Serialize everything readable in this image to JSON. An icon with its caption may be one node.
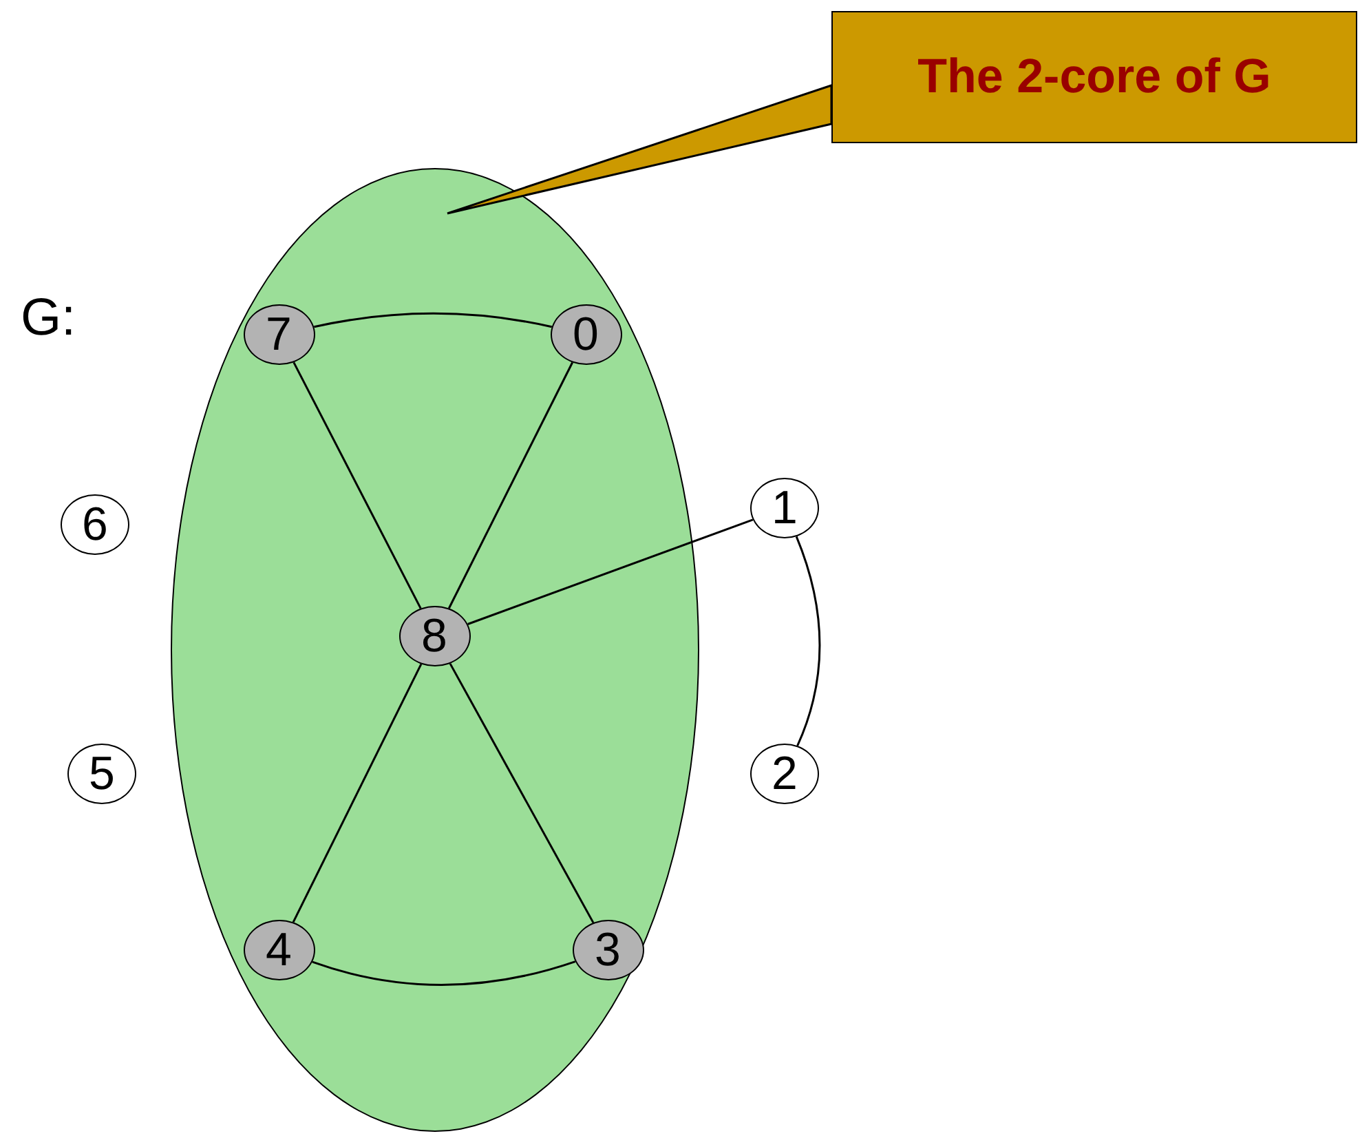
{
  "diagram": {
    "nodes": [
      {
        "text": [
          "The 2-core of G"
        ]
      },
      {
        "text": [],
        "shape": "ellipse"
      },
      {
        "text": [
          "7"
        ],
        "in": 1
      },
      {
        "text": [
          "0"
        ],
        "in": 1
      },
      {
        "text": [
          "1"
        ]
      },
      {
        "text": [
          "6"
        ]
      },
      {
        "text": [
          "8"
        ],
        "in": 1
      },
      {
        "text": [
          "5"
        ]
      },
      {
        "text": [
          "2"
        ]
      },
      {
        "text": [
          "4"
        ],
        "in": 1
      },
      {
        "text": [
          "3"
        ],
        "in": 1
      }
    ],
    "edges": [
      {
        "from": 0,
        "to": 1,
        "arrow": "none"
      },
      {
        "from": 2,
        "to": 3,
        "arrow": "none"
      },
      {
        "from": 2,
        "to": 6,
        "arrow": "none"
      },
      {
        "from": 3,
        "to": 6,
        "arrow": "none"
      },
      {
        "from": 6,
        "to": 4,
        "arrow": "none"
      },
      {
        "from": 4,
        "to": 8,
        "arrow": "none"
      },
      {
        "from": 6,
        "to": 9,
        "arrow": "none"
      },
      {
        "from": 6,
        "to": 10,
        "arrow": "none"
      },
      {
        "from": 9,
        "to": 10,
        "arrow": "none"
      }
    ],
    "labels": [
      "G:"
    ]
  }
}
